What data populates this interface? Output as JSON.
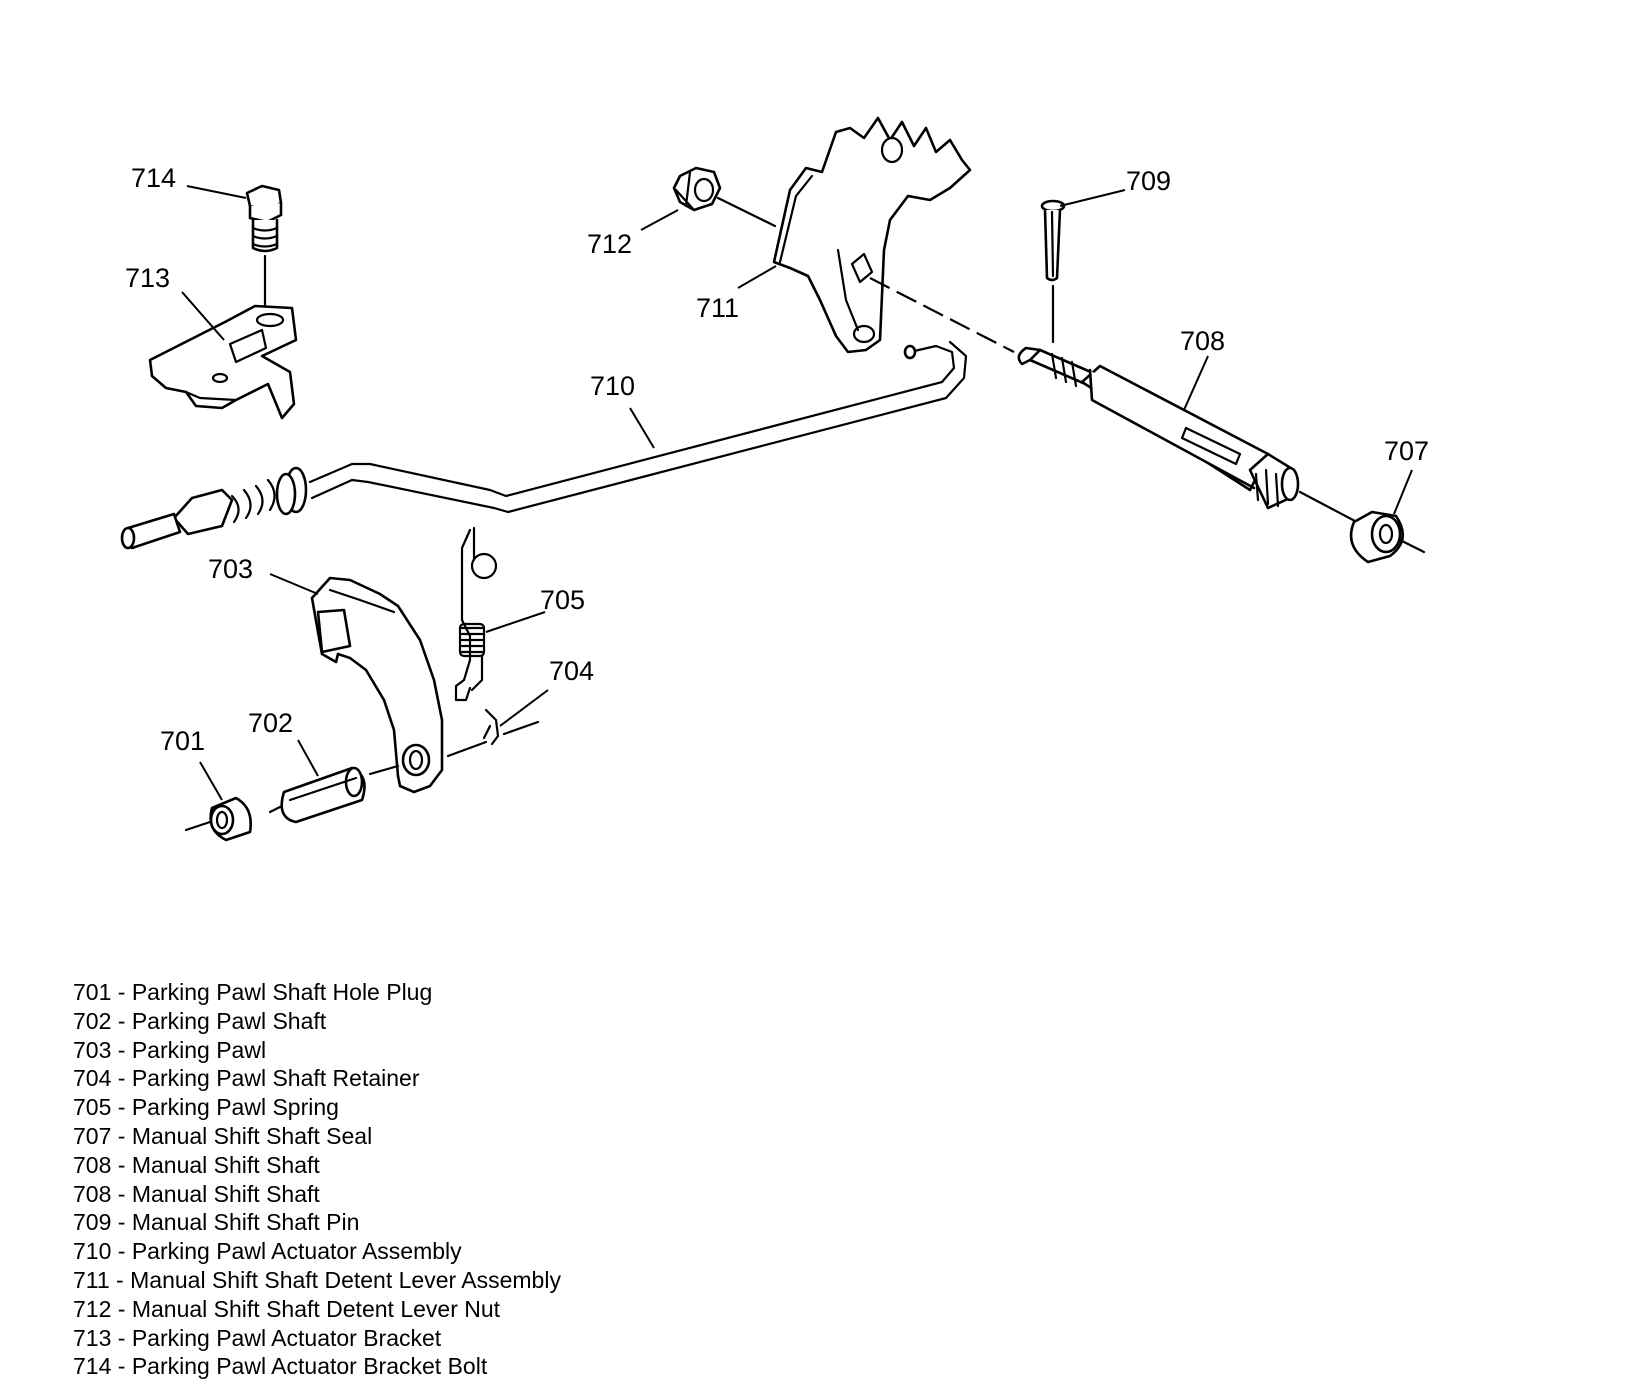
{
  "callouts": {
    "c701": "701",
    "c702": "702",
    "c703": "703",
    "c704": "704",
    "c705": "705",
    "c707": "707",
    "c708": "708",
    "c709": "709",
    "c710": "710",
    "c711": "711",
    "c712": "712",
    "c713": "713",
    "c714": "714"
  },
  "legend": [
    {
      "number": "701",
      "name": "Parking Pawl Shaft Hole Plug"
    },
    {
      "number": "702",
      "name": "Parking Pawl Shaft"
    },
    {
      "number": "703",
      "name": "Parking Pawl"
    },
    {
      "number": "704",
      "name": "Parking Pawl Shaft Retainer"
    },
    {
      "number": "705",
      "name": "Parking Pawl Spring"
    },
    {
      "number": "707",
      "name": "Manual Shift Shaft Seal"
    },
    {
      "number": "708",
      "name": "Manual Shift Shaft"
    },
    {
      "number": "708",
      "name": "Manual Shift Shaft"
    },
    {
      "number": "709",
      "name": "Manual Shift Shaft Pin"
    },
    {
      "number": "710",
      "name": "Parking Pawl Actuator Assembly"
    },
    {
      "number": "711",
      "name": "Manual Shift Shaft Detent Lever Assembly"
    },
    {
      "number": "712",
      "name": "Manual Shift Shaft Detent Lever Nut"
    },
    {
      "number": "713",
      "name": "Parking Pawl Actuator Bracket"
    },
    {
      "number": "714",
      "name": "Parking Pawl Actuator Bracket Bolt"
    }
  ],
  "legend_separator": " - "
}
